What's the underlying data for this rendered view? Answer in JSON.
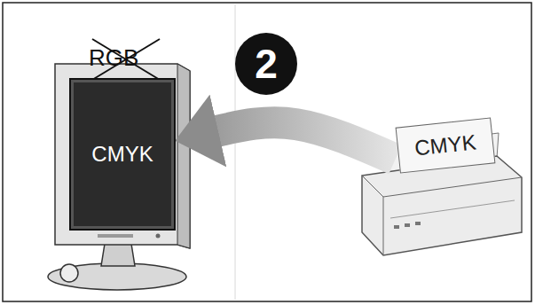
{
  "diagram": {
    "nodes": [
      {
        "text": [
          "CMYK"
        ]
      },
      {
        "text": [
          "2"
        ]
      },
      {
        "text": [
          "CMYK"
        ]
      }
    ],
    "edges": [
      {
        "from": 2,
        "to": 0,
        "arrow": "to"
      }
    ],
    "labels": [
      "RGB"
    ]
  }
}
